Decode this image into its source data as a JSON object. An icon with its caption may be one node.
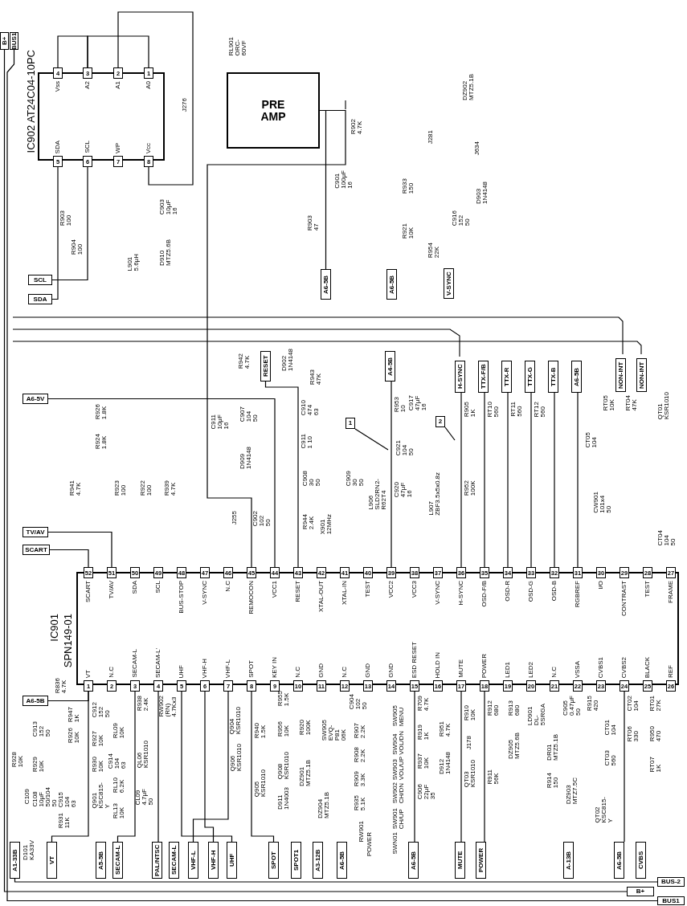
{
  "diagram": {
    "nodes": [
      {
        "text": [
          "IC902 AT24C04-10PC"
        ]
      },
      {
        "text": [
          "4"
        ],
        "in": 0,
        "beside": [
          "Vss"
        ]
      },
      {
        "text": [
          "3"
        ],
        "in": 0,
        "beside": [
          "A2"
        ]
      },
      {
        "text": [
          "2"
        ],
        "in": 0,
        "beside": [
          "A1"
        ]
      },
      {
        "text": [
          "1"
        ],
        "in": 0,
        "beside": [
          "A0"
        ]
      },
      {
        "text": [
          "5"
        ],
        "in": 0,
        "beside": [
          "SDA"
        ]
      },
      {
        "text": [
          "6"
        ],
        "in": 0,
        "beside": [
          "SCL"
        ]
      },
      {
        "text": [
          "7"
        ],
        "in": 0,
        "beside": [
          "WP"
        ]
      },
      {
        "text": [
          "8"
        ],
        "in": 0,
        "beside": [
          "Vcc"
        ]
      },
      {
        "text": [
          "PRE AMP"
        ],
        "beside": [
          "RL901 ORC-60VF"
        ]
      },
      {
        "text": [
          "B+"
        ]
      },
      {
        "text": [
          "BUS1"
        ]
      },
      {
        "text": [
          "SCL"
        ]
      },
      {
        "text": [
          "SDA"
        ]
      },
      {
        "text": [
          "A6-5B"
        ]
      },
      {
        "text": [
          "A6-5B"
        ]
      },
      {
        "text": [
          "V-SYNC"
        ]
      },
      {
        "text": [
          "A6-5V"
        ]
      },
      {
        "text": [
          "RESET"
        ]
      },
      {
        "text": [
          "A4-5B"
        ]
      },
      {
        "text": [
          "H-SYNC"
        ]
      },
      {
        "text": [
          "TTX-F/B"
        ]
      },
      {
        "text": [
          "TTX-R"
        ]
      },
      {
        "text": [
          "TTX-G"
        ]
      },
      {
        "text": [
          "TTX-B"
        ]
      },
      {
        "text": [
          "A6-5B"
        ]
      },
      {
        "text": [
          "NON-INT"
        ]
      },
      {
        "text": [
          "NON-INT"
        ]
      },
      {
        "text": [
          "1"
        ]
      },
      {
        "text": [
          "2"
        ]
      },
      {
        "text": [
          "TV/AV"
        ]
      },
      {
        "text": [
          "SCART"
        ]
      },
      {
        "text": [
          "IC901",
          "SPN149-01"
        ]
      },
      {
        "text": [
          "52"
        ],
        "in": 32,
        "beside": [
          "SCART"
        ]
      },
      {
        "text": [
          "51"
        ],
        "in": 32,
        "beside": [
          "TV/AV"
        ]
      },
      {
        "text": [
          "50"
        ],
        "in": 32,
        "beside": [
          "SDA"
        ]
      },
      {
        "text": [
          "49"
        ],
        "in": 32,
        "beside": [
          "SCL"
        ]
      },
      {
        "text": [
          "48"
        ],
        "in": 32,
        "beside": [
          "BUS-STOP"
        ]
      },
      {
        "text": [
          "47"
        ],
        "in": 32,
        "beside": [
          "V-SYNC"
        ]
      },
      {
        "text": [
          "46"
        ],
        "in": 32,
        "beside": [
          "N.C"
        ]
      },
      {
        "text": [
          "45"
        ],
        "in": 32,
        "beside": [
          "REMOCON"
        ]
      },
      {
        "text": [
          "44"
        ],
        "in": 32,
        "beside": [
          "VCC1"
        ]
      },
      {
        "text": [
          "43"
        ],
        "in": 32,
        "beside": [
          "RESET"
        ]
      },
      {
        "text": [
          "42"
        ],
        "in": 32,
        "beside": [
          "XTAL-OUT"
        ]
      },
      {
        "text": [
          "41"
        ],
        "in": 32,
        "beside": [
          "XTAL-IN"
        ]
      },
      {
        "text": [
          "40"
        ],
        "in": 32,
        "beside": [
          "TEST"
        ]
      },
      {
        "text": [
          "39"
        ],
        "in": 32,
        "beside": [
          "VCC2"
        ]
      },
      {
        "text": [
          "38"
        ],
        "in": 32,
        "beside": [
          "VCC3"
        ]
      },
      {
        "text": [
          "37"
        ],
        "in": 32,
        "beside": [
          "V-SYNC"
        ]
      },
      {
        "text": [
          "36"
        ],
        "in": 32,
        "beside": [
          "H-SYNC"
        ]
      },
      {
        "text": [
          "35"
        ],
        "in": 32,
        "beside": [
          "OSD-F/B"
        ]
      },
      {
        "text": [
          "34"
        ],
        "in": 32,
        "beside": [
          "OSD-R"
        ]
      },
      {
        "text": [
          "33"
        ],
        "in": 32,
        "beside": [
          "OSD-G"
        ]
      },
      {
        "text": [
          "32"
        ],
        "in": 32,
        "beside": [
          "OSD-B"
        ]
      },
      {
        "text": [
          "31"
        ],
        "in": 32,
        "beside": [
          "RGBREF"
        ]
      },
      {
        "text": [
          "30"
        ],
        "in": 32,
        "beside": [
          "I/O"
        ]
      },
      {
        "text": [
          "29"
        ],
        "in": 32,
        "beside": [
          "CONTRAST"
        ]
      },
      {
        "text": [
          "28"
        ],
        "in": 32,
        "beside": [
          "TEST"
        ]
      },
      {
        "text": [
          "27"
        ],
        "in": 32,
        "beside": [
          "FRAME"
        ]
      },
      {
        "text": [
          "1"
        ],
        "in": 32,
        "beside": [
          "VT"
        ]
      },
      {
        "text": [
          "2"
        ],
        "in": 32,
        "beside": [
          "N.C"
        ]
      },
      {
        "text": [
          "3"
        ],
        "in": 32,
        "beside": [
          "SECAM-L"
        ]
      },
      {
        "text": [
          "4"
        ],
        "in": 32,
        "beside": [
          "SECAM-L'"
        ]
      },
      {
        "text": [
          "5"
        ],
        "in": 32,
        "beside": [
          "UHF"
        ]
      },
      {
        "text": [
          "6"
        ],
        "in": 32,
        "beside": [
          "VHF-H"
        ]
      },
      {
        "text": [
          "7"
        ],
        "in": 32,
        "beside": [
          "VHF-L"
        ]
      },
      {
        "text": [
          "8"
        ],
        "in": 32,
        "beside": [
          "SPOT"
        ]
      },
      {
        "text": [
          "9"
        ],
        "in": 32,
        "beside": [
          "KEY IN"
        ]
      },
      {
        "text": [
          "10"
        ],
        "in": 32,
        "beside": [
          "N.C"
        ]
      },
      {
        "text": [
          "11"
        ],
        "in": 32,
        "beside": [
          "GND"
        ]
      },
      {
        "text": [
          "12"
        ],
        "in": 32,
        "beside": [
          "N.C"
        ]
      },
      {
        "text": [
          "13"
        ],
        "in": 32,
        "beside": [
          "GND"
        ]
      },
      {
        "text": [
          "14"
        ],
        "in": 32,
        "beside": [
          "GND"
        ]
      },
      {
        "text": [
          "15"
        ],
        "in": 32,
        "beside": [
          "ESD RESET"
        ]
      },
      {
        "text": [
          "16"
        ],
        "in": 32,
        "beside": [
          "HOLD IN"
        ]
      },
      {
        "text": [
          "17"
        ],
        "in": 32,
        "beside": [
          "MUTE"
        ]
      },
      {
        "text": [
          "18"
        ],
        "in": 32,
        "beside": [
          "POWER"
        ]
      },
      {
        "text": [
          "19"
        ],
        "in": 32,
        "beside": [
          "LED1"
        ]
      },
      {
        "text": [
          "20"
        ],
        "in": 32,
        "beside": [
          "LED2"
        ]
      },
      {
        "text": [
          "21"
        ],
        "in": 32,
        "beside": [
          "N.C"
        ]
      },
      {
        "text": [
          "22"
        ],
        "in": 32,
        "beside": [
          "VSSA"
        ]
      },
      {
        "text": [
          "23"
        ],
        "in": 32,
        "beside": [
          "CVBS1"
        ]
      },
      {
        "text": [
          "24"
        ],
        "in": 32,
        "beside": [
          "CVBS2"
        ]
      },
      {
        "text": [
          "25"
        ],
        "in": 32,
        "beside": [
          "BLACK"
        ]
      },
      {
        "text": [
          "26"
        ],
        "in": 32,
        "beside": [
          "REF"
        ]
      },
      {
        "text": [
          "A6-5B"
        ]
      },
      {
        "text": [
          "A1-33B"
        ]
      },
      {
        "text": [
          "VT"
        ]
      },
      {
        "text": [
          "A5-5B"
        ]
      },
      {
        "text": [
          "SECAM-L"
        ]
      },
      {
        "text": [
          "PAL/NTSC"
        ]
      },
      {
        "text": [
          "SECAM-L"
        ]
      },
      {
        "text": [
          "VHF-L"
        ]
      },
      {
        "text": [
          "VHF-H"
        ]
      },
      {
        "text": [
          "UHF"
        ]
      },
      {
        "text": [
          "SPOT"
        ]
      },
      {
        "text": [
          "SPOT1"
        ]
      },
      {
        "text": [
          "A3-12B"
        ]
      },
      {
        "text": [
          "A6-5B"
        ]
      },
      {
        "text": [
          "A6-5B"
        ]
      },
      {
        "text": [
          "MUTE"
        ]
      },
      {
        "text": [
          "POWER"
        ]
      },
      {
        "text": [
          "A-13B"
        ]
      },
      {
        "text": [
          "A6-5B"
        ]
      },
      {
        "text": [
          "CVBS"
        ]
      },
      {
        "text": [
          "BUS-2"
        ]
      },
      {
        "text": [
          "B+"
        ]
      },
      {
        "text": [
          "BUS1"
        ]
      }
    ],
    "edges": [
      {
        "from": 13,
        "to": 5,
        "arrow": "none"
      },
      {
        "from": 12,
        "to": 6,
        "arrow": "none"
      },
      {
        "from": 31,
        "to": 33,
        "arrow": "none"
      },
      {
        "from": 30,
        "to": 34,
        "arrow": "none"
      },
      {
        "from": 18,
        "to": 42,
        "arrow": "none"
      },
      {
        "from": 19,
        "to": 46,
        "arrow": "none"
      },
      {
        "from": 20,
        "to": 49,
        "arrow": "none"
      },
      {
        "from": 21,
        "to": 50,
        "arrow": "none"
      },
      {
        "from": 22,
        "to": 51,
        "arrow": "none"
      },
      {
        "from": 23,
        "to": 52,
        "arrow": "none"
      },
      {
        "from": 24,
        "to": 53,
        "arrow": "none"
      },
      {
        "from": 25,
        "to": 54,
        "arrow": "none"
      },
      {
        "from": 85,
        "to": 59,
        "arrow": "none"
      },
      {
        "from": 100,
        "to": 75,
        "arrow": "none"
      },
      {
        "from": 99,
        "to": 73,
        "arrow": "none"
      },
      {
        "from": 14,
        "to": 9,
        "arrow": "none"
      },
      {
        "from": 17,
        "to": 41,
        "arrow": "none"
      },
      {
        "from": 28,
        "to": null,
        "arrow": "none"
      },
      {
        "from": 29,
        "to": null,
        "arrow": "none"
      },
      {
        "from": 9,
        "to": 40,
        "arrow": "none"
      },
      {
        "from": 3,
        "to": 8,
        "arrow": "none"
      },
      {
        "from": 1,
        "to": 2,
        "arrow": "none"
      },
      {
        "from": 2,
        "to": 4,
        "arrow": "none"
      },
      {
        "from": 10,
        "to": 106,
        "arrow": "none"
      },
      {
        "from": 11,
        "to": 107,
        "arrow": "none"
      },
      {
        "from": 87,
        "to": 59,
        "arrow": "none"
      },
      {
        "from": 89,
        "to": 61,
        "arrow": "none"
      },
      {
        "from": 90,
        "to": 62,
        "arrow": "none"
      },
      {
        "from": 92,
        "to": 65,
        "arrow": "none"
      },
      {
        "from": 93,
        "to": 64,
        "arrow": "none"
      },
      {
        "from": 94,
        "to": 63,
        "arrow": "none"
      },
      {
        "from": 95,
        "to": 66,
        "arrow": "none"
      },
      {
        "from": 101,
        "to": 76,
        "arrow": "none"
      },
      {
        "from": 103,
        "to": 82,
        "arrow": "none"
      },
      {
        "from": 86,
        "to": 105,
        "arrow": "none"
      }
    ],
    "labels": [
      "J276",
      "R902 4.7K",
      "C901 100μF 16",
      "R903 100",
      "C903 10μF 16",
      "R903 47",
      "R904 100",
      "L901 5.6μH",
      "D910 MTZ5.6B",
      "DZ902 MTZ5.1B",
      "J281",
      "J634",
      "R933 150",
      "D903 1N4148",
      "R921 10K",
      "C916 152 50",
      "R954 22K",
      "R942 4.7K",
      "D902 1N4148",
      "R943 47K",
      "C907 104 50",
      "C910 474 63",
      "C911 10μF 16",
      "D909 1N4148",
      "C911 1 10",
      "R926 1.8K",
      "R924 1.8K",
      "R941 4.7K",
      "R923 100",
      "R922 100",
      "R939 4.7K",
      "J255",
      "C902 102 50",
      "C908 30 50",
      "C909 30 50",
      "R944 2.4K",
      "X901 12MHz",
      "R953 10",
      "C917 47μF 16",
      "C921 104 50",
      "L906 SLD2RN2-R62T4",
      "C920 47μF 16",
      "L907 ZBF3.5x5x0.8z",
      "R905 1K",
      "RT10 560",
      "RT11 560",
      "RT12 560",
      "R952 100K",
      "CT05 104",
      "CW901 101x4 50",
      "RT05 10K",
      "RT04 47K",
      "QT01 KSR1010",
      "CT04 104 50",
      "R836 4.7K",
      "R947 1K",
      "C912 152 50",
      "C913 152 50",
      "R926 10K",
      "R927 10K",
      "RL09 10K",
      "R938 2.4K",
      "RW902 (RN) 4.7Kx3",
      "Q904 KSR1010",
      "R928 10K",
      "R929 10K",
      "C109",
      "C108 10μF 50/104 50",
      "R930 10K",
      "C914 104 63",
      "C915 104 63",
      "R931 11K",
      "Q901 KSC815-Y",
      "RL10 6.2K",
      "QL06 KSR1010",
      "RL13 10K",
      "CL09 4.7μF 50",
      "D101 KA33V",
      "Q906 KSR1010",
      "R940 1.5K",
      "Q905 KSR1010",
      "Q908 KSR1010",
      "D911 1N4003",
      "R920 100K",
      "DZ901 MTZ5.1B",
      "DZ904 MTZ5.1B",
      "R955 1.5K",
      "R956 10K",
      "C904 102 50",
      "SW905 EVQ-P81 06K",
      "R907 2.2K",
      "R908 2.2K",
      "R909 3.3K",
      "R935 5.1K",
      "RW901",
      "POWER",
      "SW905 MENU",
      "SW904 VOL/DN",
      "SW903 VOL/UP",
      "SW902 CH/DN",
      "SW901 CH/UP",
      "SWN01",
      "R709 4.7K",
      "R919 1K",
      "R937 10K",
      "R951 4.7K",
      "D912 1N4148",
      "C906 22μF 35",
      "R910 10K",
      "J178",
      "QT03 KSR1010",
      "R911 56K",
      "R912 680",
      "R913 680",
      "DZ905 MTZ5.6B",
      "LD901 DL-5SRGA",
      "DR01 MTZ5.1B",
      "C905 0.47μF 50",
      "R915 420",
      "R914 150",
      "DZ903 MTZ7.5C",
      "CT01 104",
      "CT02 104",
      "RT01 27K",
      "CT03 560",
      "RT06 330",
      "R950 470",
      "RT07 1K",
      "QT02 KSC815-Y"
    ]
  }
}
